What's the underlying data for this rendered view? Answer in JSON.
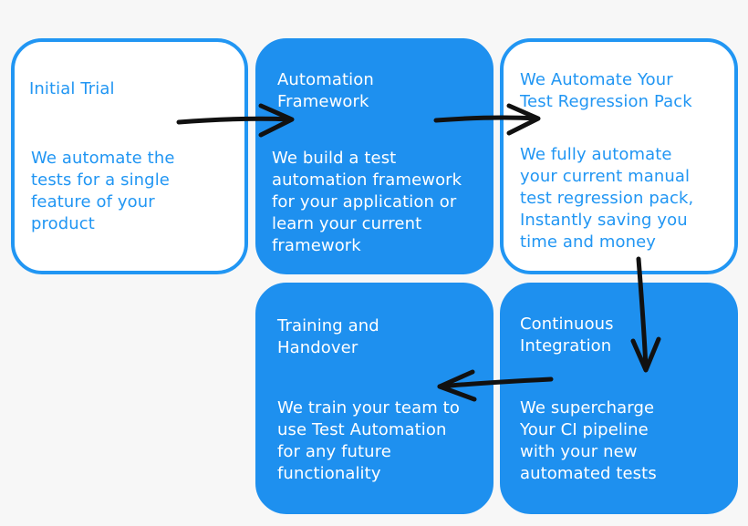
{
  "colors": {
    "accent": "#2196f3",
    "filled": "#1e90ef",
    "background": "#f7f7f7",
    "arrow": "#111111"
  },
  "cards": {
    "initial": {
      "title": "Initial Trial",
      "body": "We automate the\ntests for a single\nfeature of your\nproduct"
    },
    "framework": {
      "title": "Automation\nFramework",
      "body": "We build a test\nautomation framework\nfor your application or\nlearn your current\nframework"
    },
    "regression": {
      "title": "We Automate Your\nTest Regression Pack",
      "body": "We fully automate\nyour current manual\ntest regression pack,\nInstantly saving you\ntime and money"
    },
    "ci": {
      "title": "Continuous\nIntegration",
      "body": "We supercharge\nYour CI pipeline\nwith your new\nautomated tests"
    },
    "training": {
      "title": "Training and\nHandover",
      "body": "We train your team to\nuse Test Automation\nfor any future\nfunctionality"
    }
  }
}
